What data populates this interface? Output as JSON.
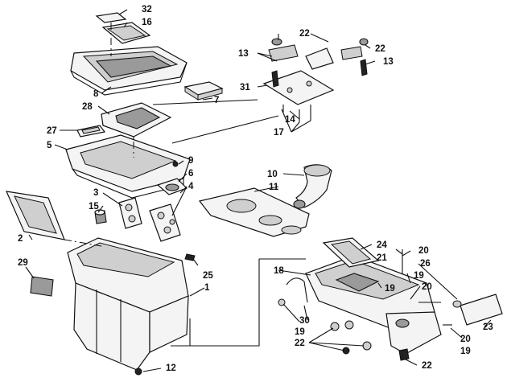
{
  "callouts": [
    "32",
    "16",
    "22",
    "22",
    "13",
    "13",
    "8",
    "31",
    "7",
    "28",
    "14",
    "17",
    "27",
    "5",
    "9",
    "6",
    "10",
    "4",
    "11",
    "3",
    "15",
    "2",
    "24",
    "20",
    "21",
    "26",
    "29",
    "25",
    "18",
    "19",
    "19",
    "1",
    "20",
    "30",
    "19",
    "22",
    "23",
    "20",
    "19",
    "12",
    "22"
  ],
  "icons": [
    "air-silencer-exploded-view"
  ]
}
